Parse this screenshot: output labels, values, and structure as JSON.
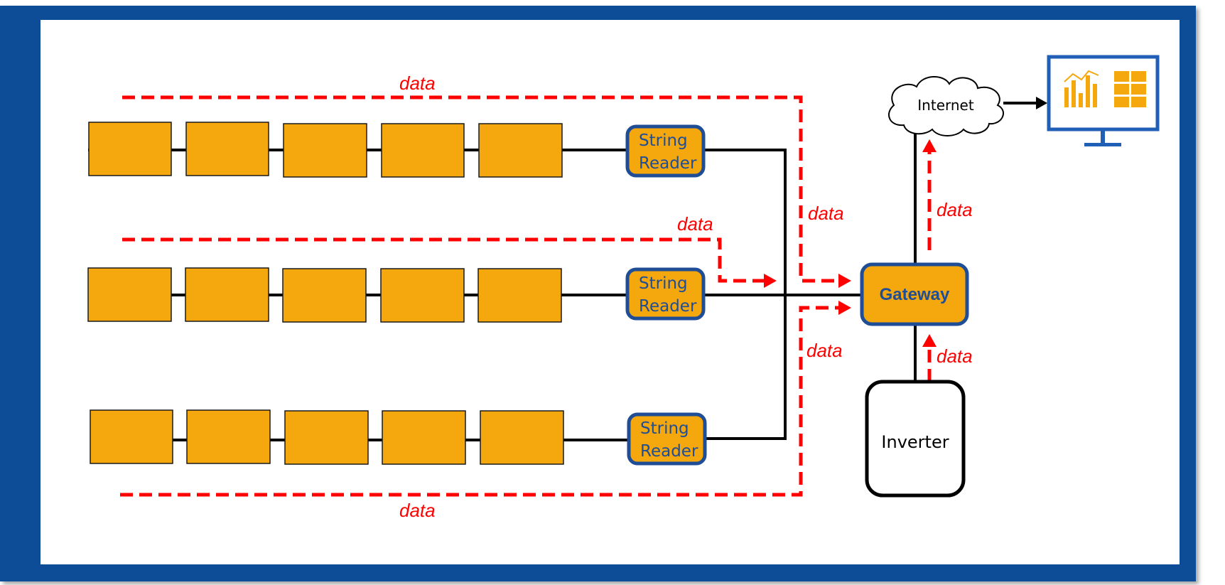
{
  "colors": {
    "frame": "#0e4d97",
    "panel": "#f5a70e",
    "reader_border": "#1f4e96",
    "data_flow": "#ff0000",
    "wire": "#000000",
    "monitor": "#1f5fb5"
  },
  "string_readers": [
    {
      "line1": "String",
      "line2": "Reader"
    },
    {
      "line1": "String",
      "line2": "Reader"
    },
    {
      "line1": "String",
      "line2": "Reader"
    }
  ],
  "data_labels": {
    "top": "data",
    "middle_left": "data",
    "upper_right": "data",
    "lower_right": "data",
    "bottom": "data",
    "to_internet": "data",
    "from_inverter": "data"
  },
  "gateway": {
    "label": "Gateway"
  },
  "inverter": {
    "label": "Inverter"
  },
  "internet": {
    "label": "Internet",
    "icon": "cloud-icon"
  },
  "dashboard": {
    "icon": "monitor-dashboard-icon"
  }
}
